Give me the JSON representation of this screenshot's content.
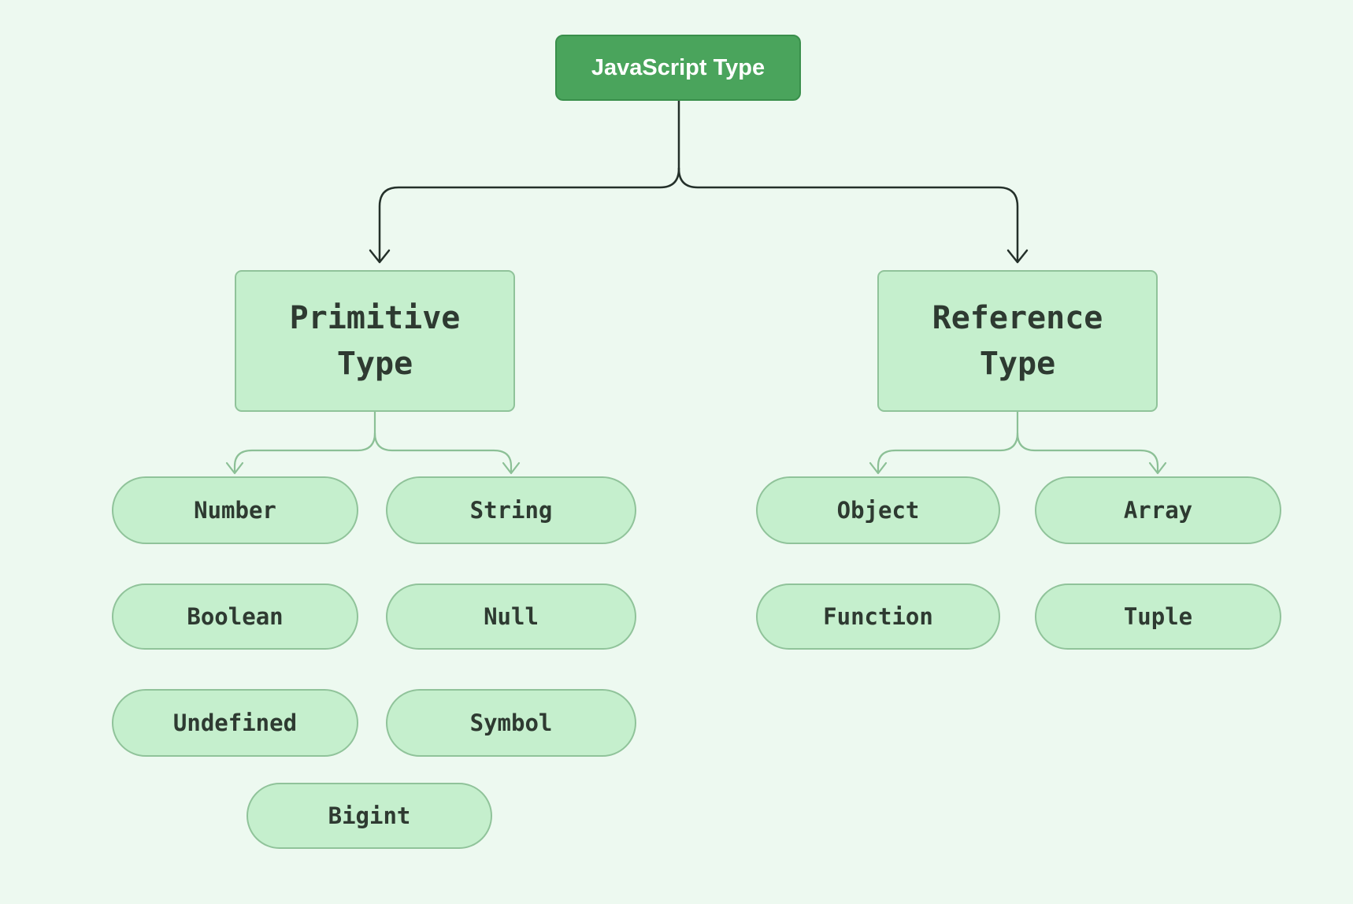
{
  "colors": {
    "background": "#edf9f0",
    "root_fill": "#4aa45c",
    "root_border": "#398f4b",
    "root_text": "#ffffff",
    "node_fill": "#c5efcd",
    "node_border": "#90c39a",
    "node_text": "#2e3a31",
    "connector_dark": "#24302a",
    "connector_green": "#8cc096"
  },
  "nodes": {
    "root": {
      "label": "JavaScript Type"
    },
    "primitive": {
      "line1": "Primitive",
      "line2": "Type"
    },
    "reference": {
      "line1": "Reference",
      "line2": "Type"
    },
    "number": {
      "label": "Number"
    },
    "string": {
      "label": "String"
    },
    "object": {
      "label": "Object"
    },
    "array": {
      "label": "Array"
    },
    "boolean": {
      "label": "Boolean"
    },
    "null": {
      "label": "Null"
    },
    "function": {
      "label": "Function"
    },
    "tuple": {
      "label": "Tuple"
    },
    "undefined": {
      "label": "Undefined"
    },
    "symbol": {
      "label": "Symbol"
    },
    "bigint": {
      "label": "Bigint"
    }
  }
}
